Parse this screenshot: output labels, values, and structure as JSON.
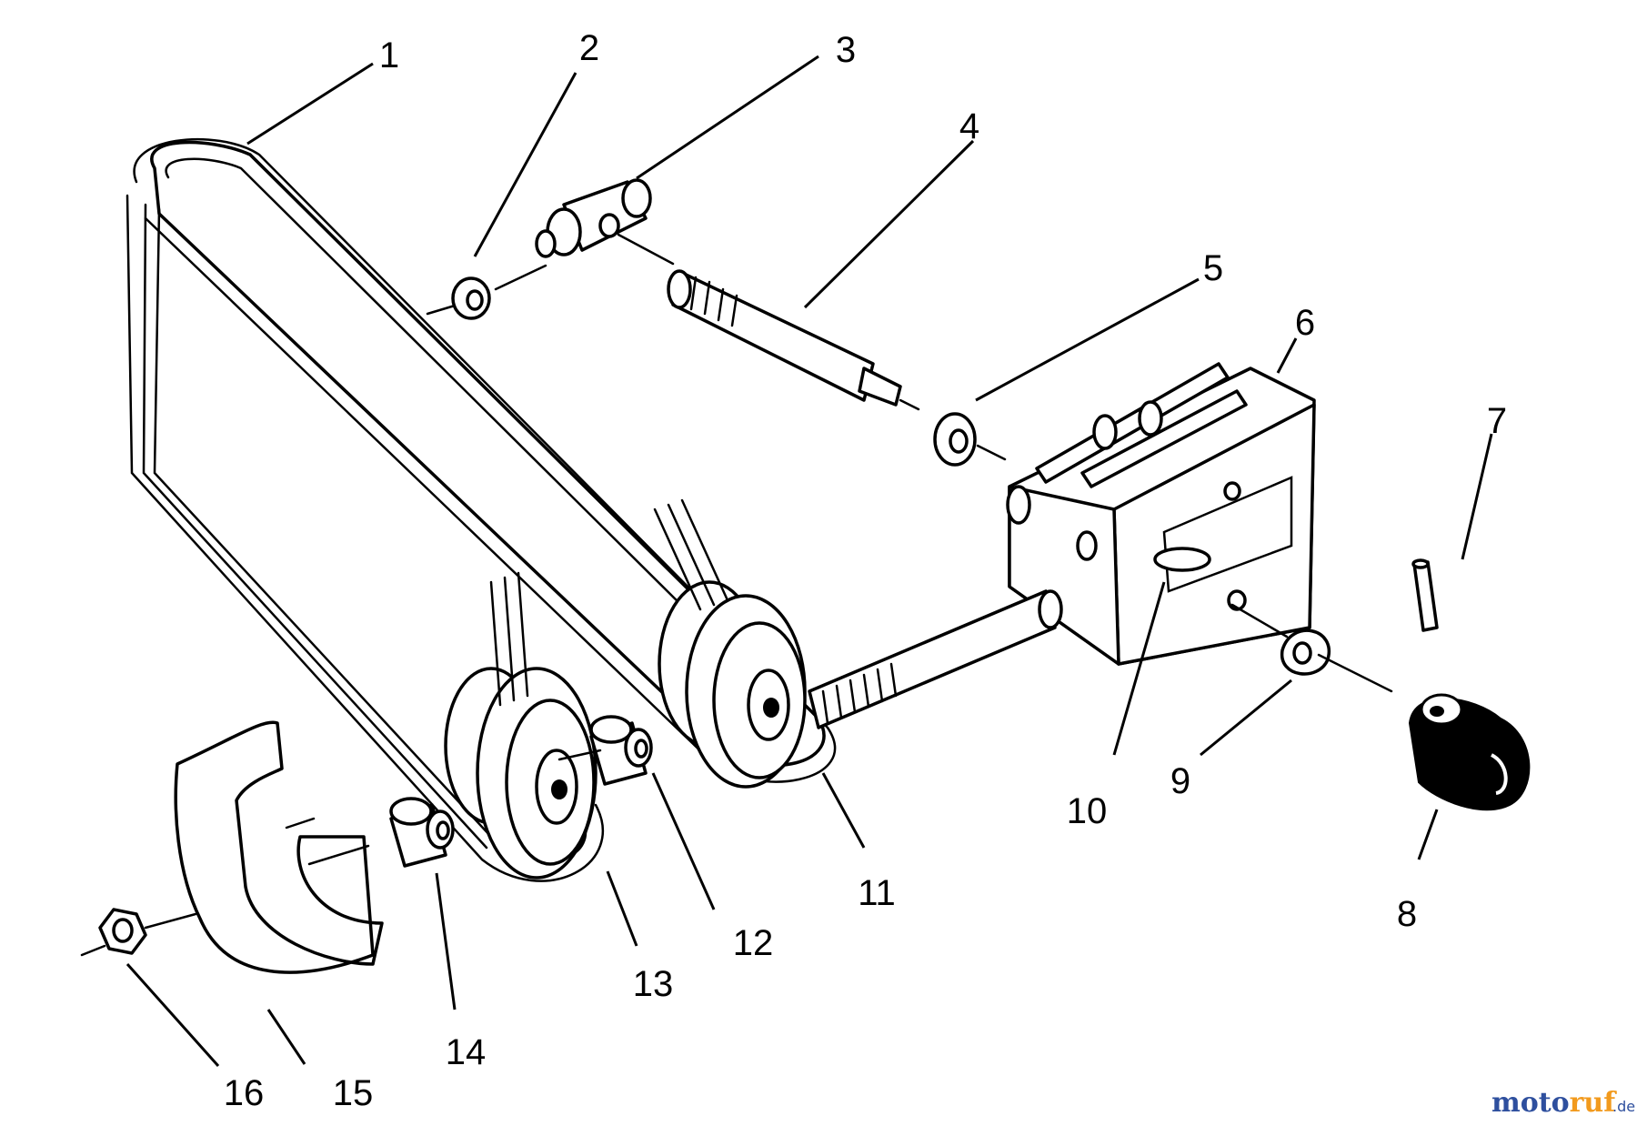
{
  "callouts": [
    {
      "label": "1"
    },
    {
      "label": "2"
    },
    {
      "label": "3"
    },
    {
      "label": "4"
    },
    {
      "label": "5"
    },
    {
      "label": "6"
    },
    {
      "label": "7"
    },
    {
      "label": "8"
    },
    {
      "label": "9"
    },
    {
      "label": "10"
    },
    {
      "label": "11"
    },
    {
      "label": "12"
    },
    {
      "label": "13"
    },
    {
      "label": "14"
    },
    {
      "label": "15"
    },
    {
      "label": "16"
    }
  ],
  "watermark": {
    "brand": "motoruf",
    "tld": ".de",
    "color_blue": "#2e4f9e",
    "color_orange": "#f29a1d"
  }
}
